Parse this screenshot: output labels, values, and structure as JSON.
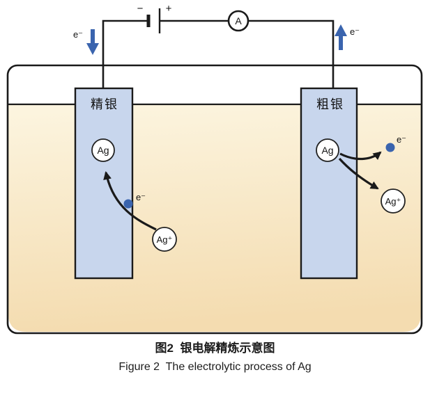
{
  "figure": {
    "caption_zh": "图2  银电解精炼示意图",
    "caption_en": "Figure 2  The electrolytic process of Ag"
  },
  "circuit": {
    "battery_minus_label": "−",
    "battery_plus_label": "+",
    "ammeter_label": "A",
    "left_electron_label": "e⁻",
    "right_electron_label": "e⁻"
  },
  "electrodes": {
    "left_label": "精银",
    "right_label": "粗银"
  },
  "left_region": {
    "ag_label": "Ag",
    "electron_label": "e⁻",
    "ag_ion_label": "Ag⁺"
  },
  "right_region": {
    "ag_label": "Ag",
    "electron_label": "e⁻",
    "ag_ion_label": "Ag⁺"
  },
  "colors": {
    "accent_blue": "#3a64ae",
    "electrode_fill": "#c8d6ed",
    "electrolyte_top": "#fcf5e0",
    "electrolyte_bottom": "#f4dcb0",
    "line": "#1a1a1a"
  }
}
